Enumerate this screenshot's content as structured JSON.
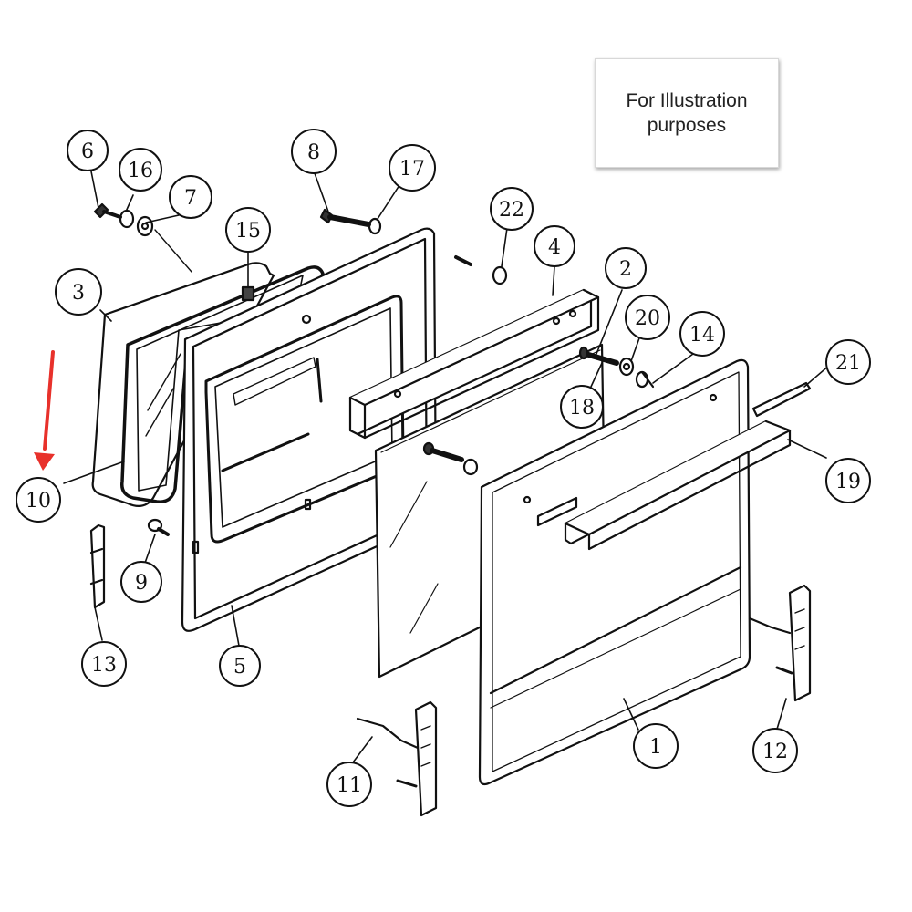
{
  "note": {
    "line1": "For Illustration",
    "line2": "purposes"
  },
  "colors": {
    "line": "#111111",
    "arrow": "#e8312b",
    "part_fill": "#ffffff"
  },
  "callouts": {
    "c1": "1",
    "c2": "2",
    "c3": "3",
    "c4": "4",
    "c5": "5",
    "c6": "6",
    "c7": "7",
    "c8": "8",
    "c9": "9",
    "c10": "10",
    "c11": "11",
    "c12": "12",
    "c13": "13",
    "c14": "14",
    "c15": "15",
    "c16": "16",
    "c17": "17",
    "c18": "18",
    "c19": "19",
    "c20": "20",
    "c21": "21",
    "c22": "22"
  },
  "highlighted_part": "10"
}
